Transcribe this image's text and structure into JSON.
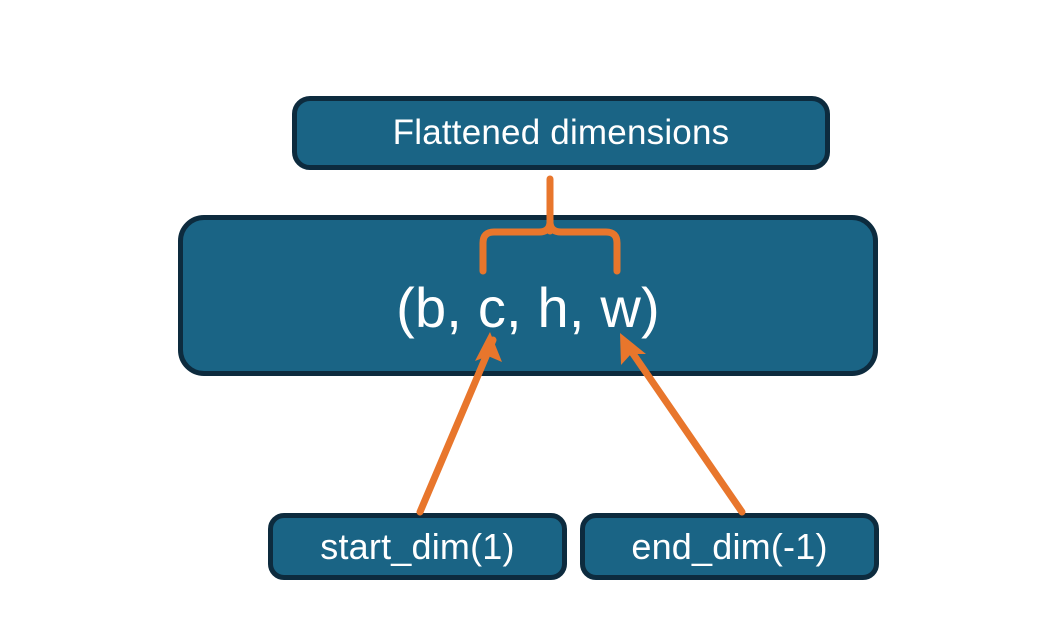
{
  "diagram": {
    "title_node": {
      "label": "Flattened dimensions"
    },
    "shape_node": {
      "label": "(b, c, h, w)"
    },
    "start_node": {
      "label": "start_dim(1)"
    },
    "end_node": {
      "label": "end_dim(-1)"
    },
    "colors": {
      "node_fill": "#1a6485",
      "node_border": "#0d2b3e",
      "node_text": "#ffffff",
      "connector": "#e8762c",
      "background": "#ffffff"
    },
    "connectors": {
      "brace": "curly-brace-pointing-up",
      "start_arrow": "arrow-start-dim-to-c",
      "end_arrow": "arrow-end-dim-to-w"
    }
  }
}
